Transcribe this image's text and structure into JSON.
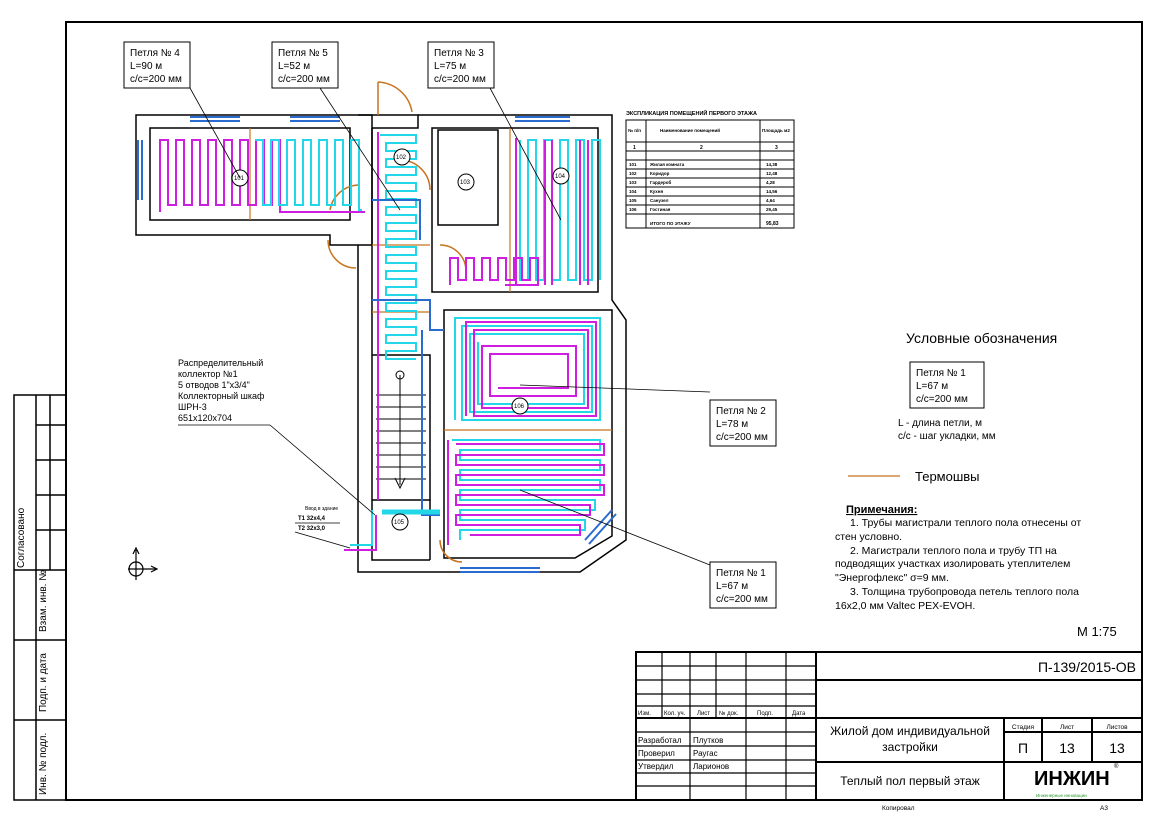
{
  "loops": [
    {
      "name": "Петля № 4",
      "length": "L=90 м",
      "step": "c/c=200 мм"
    },
    {
      "name": "Петля № 5",
      "length": "L=52 м",
      "step": "c/c=200 мм"
    },
    {
      "name": "Петля № 3",
      "length": "L=75 м",
      "step": "c/c=200 мм"
    },
    {
      "name": "Петля № 2",
      "length": "L=78 м",
      "step": "c/c=200 мм"
    },
    {
      "name": "Петля № 1",
      "length": "L=67 м",
      "step": "c/c=200 мм"
    }
  ],
  "rooms": [
    "101",
    "102",
    "103",
    "104",
    "105",
    "106"
  ],
  "collector": [
    "Распределительный",
    "коллектор №1",
    "5 отводов 1\"х3/4\"",
    "Коллекторный шкаф",
    "ШРН-3",
    "651х120х704"
  ],
  "riser": [
    "Ввод в здание",
    "Т1 32х4,4",
    "Т2 32х3,0"
  ],
  "explication": {
    "title": "ЭКСПЛИКАЦИЯ ПОМЕЩЕНИЙ ПЕРВОГО ЭТАЖА",
    "headers": [
      "№ п/п",
      "Наименование помещений",
      "Площадь м2"
    ],
    "index_row": [
      "1",
      "2",
      "3"
    ],
    "rows": [
      [
        "101",
        "Жилая комната",
        "14,38"
      ],
      [
        "102",
        "Коридор",
        "12,48"
      ],
      [
        "103",
        "Гардероб",
        "4,28"
      ],
      [
        "104",
        "Кухня",
        "14,56"
      ],
      [
        "105",
        "Санузел",
        "4,64"
      ],
      [
        "106",
        "Гостиная",
        "29,45"
      ]
    ],
    "total_label": "ИТОГО ПО ЭТАЖУ",
    "total": "95,83"
  },
  "legend": {
    "title": "Условные обозначения",
    "sample": {
      "name": "Петля № 1",
      "length": "L=67 м",
      "step": "c/c=200 мм"
    },
    "desc": [
      "L - длина петли, м",
      "c/c - шаг укладки, мм"
    ],
    "joint_label": "Термошвы"
  },
  "notes": {
    "title": "Примечания:",
    "lines": [
      "1. Трубы магистрали теплого пола отнесены от",
      "стен условно.",
      "2. Магистрали теплого пола и трубу ТП на",
      "подводящих участках изолировать утеплителем",
      "\"Энергофлекс\" σ=9 мм.",
      "3. Толщина трубопровода петель теплого пола",
      "16х2,0 мм Valtec PEX-EVOH."
    ]
  },
  "scale": "М 1:75",
  "titleblock": {
    "code": "П-139/2015-ОВ",
    "cols": [
      "Изм.",
      "Кол. уч.",
      "Лист",
      "№ док.",
      "Подп.",
      "Дата"
    ],
    "people": [
      [
        "Разработал",
        "Плутков"
      ],
      [
        "Проверил",
        "Раугас"
      ],
      [
        "Утвердил",
        "Ларионов"
      ]
    ],
    "project": [
      "Жилой дом индивидуальной",
      "застройки"
    ],
    "sheet_title": "Теплый пол первый этаж",
    "stage_label": "Стадия",
    "sheet_label": "Лист",
    "sheets_label": "Листов",
    "stage": "П",
    "sheet": "13",
    "sheets": "13",
    "logo": "ИНЖИН",
    "logo_sub": "Инженерные инновации",
    "copied": "Копировал",
    "format": "А3"
  },
  "side_stamp": [
    "Согласовано",
    "Взам. инв. №",
    "Подп. и дата",
    "Инв. № подл."
  ],
  "colors": {
    "magenta": "#d01ee0",
    "cyan": "#22d8e8",
    "blue": "#2a6bd0",
    "orange": "#c8741e",
    "green": "#2a9a2a"
  }
}
